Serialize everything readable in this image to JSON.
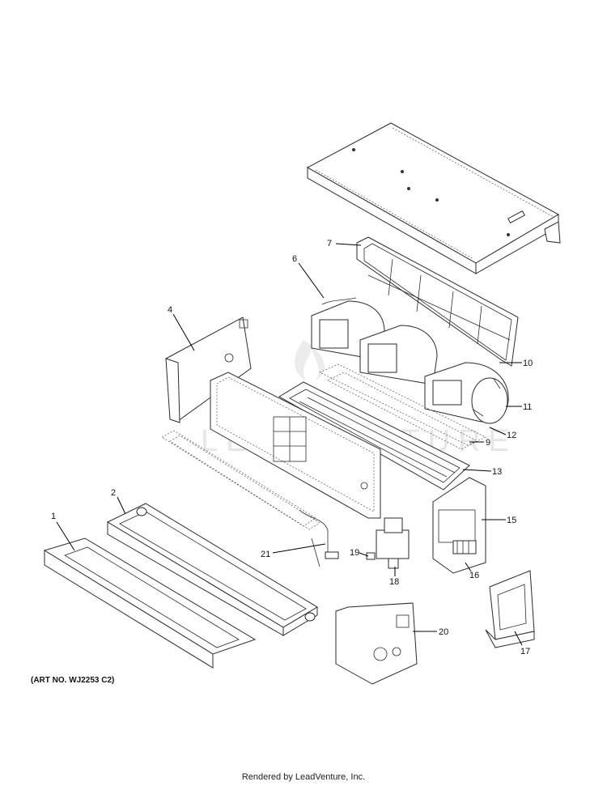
{
  "art_number": "(ART NO. WJ2253 C2)",
  "footer": "Rendered by LeadVenture, Inc.",
  "watermark": "LEADVENTURE",
  "callouts": [
    "1",
    "2",
    "4",
    "6",
    "7",
    "9",
    "10",
    "11",
    "12",
    "13",
    "15",
    "16",
    "17",
    "18",
    "19",
    "20",
    "21"
  ]
}
